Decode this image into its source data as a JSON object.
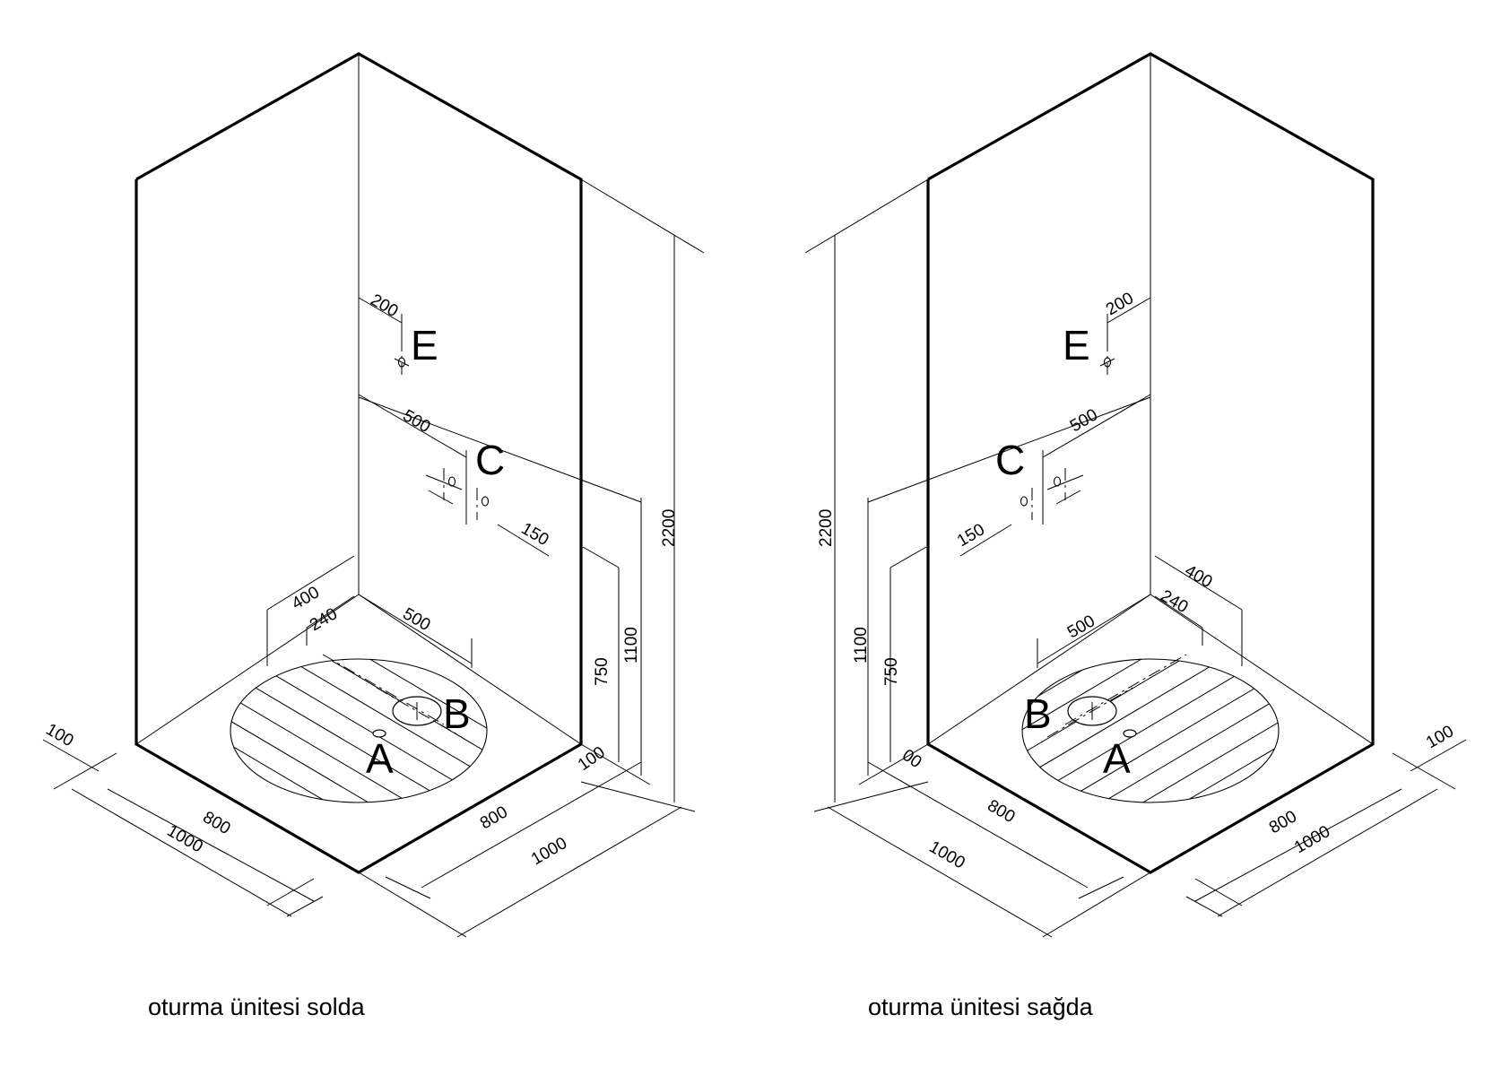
{
  "views": [
    {
      "caption": "oturma ünitesi solda",
      "connections": {
        "A": "A",
        "B": "B",
        "C": "C",
        "E": "E"
      },
      "dimensions": {
        "top_offset": "200",
        "wall_offset": "500",
        "valve_spacing": "150",
        "height_total": "2200",
        "height_c": "1100",
        "height_b": "750",
        "base": "100",
        "seat_depth": "400",
        "seat_inner": "240",
        "drain_offset": "500",
        "edge_left": "100",
        "inner_left": "800",
        "outer_left": "1000",
        "inner_right": "800",
        "outer_right": "1000"
      }
    },
    {
      "caption": "oturma ünitesi sağda",
      "connections": {
        "A": "A",
        "B": "B",
        "C": "C",
        "E": "E"
      },
      "dimensions": {
        "top_offset": "200",
        "wall_offset": "500",
        "valve_spacing": "150",
        "height_total": "2200",
        "height_c": "1100",
        "height_b": "750",
        "base": "00",
        "seat_depth": "400",
        "seat_inner": "240",
        "drain_offset": "500",
        "edge_right": "100",
        "inner_left": "800",
        "outer_left": "1000",
        "inner_right": "800",
        "outer_right": "1000"
      }
    }
  ]
}
